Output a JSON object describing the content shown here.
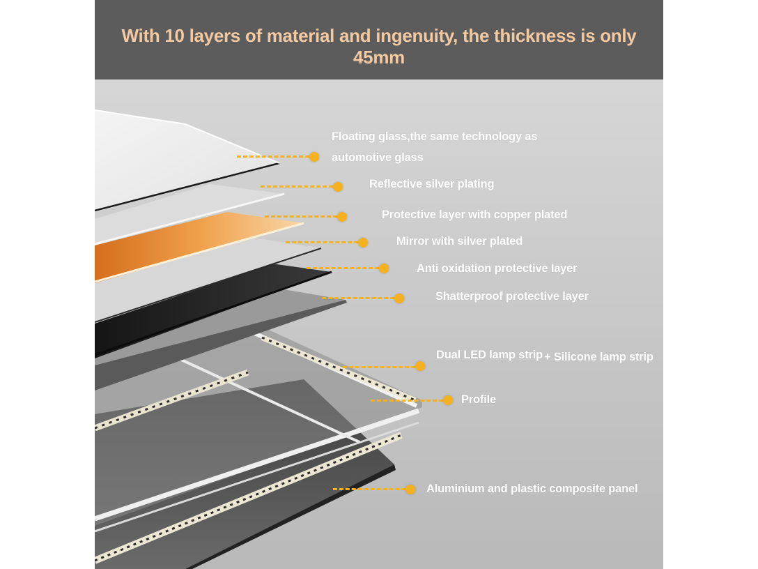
{
  "headline": "With 10 layers of material and ingenuity, the thickness is only 45mm",
  "accent_color": "#f5b21e",
  "banner_color": "#5c5c5c",
  "labels": {
    "floating_glass": "Floating glass,the same technology as automotive glass",
    "reflective_silver": "Reflective silver plating",
    "protective_copper": "Protective layer with copper plated",
    "mirror_silver": "Mirror with silver plated",
    "anti_oxidation": "Anti oxidation protective layer",
    "shatterproof": "Shatterproof protective layer",
    "dual_led": "Dual LED lamp strip",
    "silicone_strip": "+ Silicone lamp strip",
    "profile": "Profile",
    "composite_panel": "Aluminium and plastic composite panel"
  }
}
